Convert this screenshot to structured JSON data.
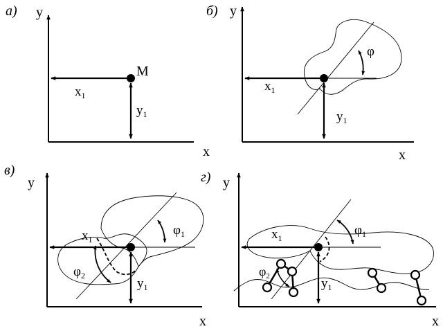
{
  "panels": {
    "a": {
      "label": "а)",
      "x_axis": "x",
      "y_axis": "y",
      "point": "M",
      "x_coord": "x",
      "x_coord_sub": "1",
      "y_coord": "y",
      "y_coord_sub": "1"
    },
    "b": {
      "label": "б)",
      "x_axis": "x",
      "y_axis": "y",
      "x_coord": "x",
      "x_coord_sub": "1",
      "y_coord": "y",
      "y_coord_sub": "1",
      "angle": "φ"
    },
    "c": {
      "label": "в)",
      "x_axis": "x",
      "y_axis": "y",
      "x_coord": "x",
      "x_coord_sub": "1",
      "y_coord": "y",
      "y_coord_sub": "1",
      "angle1": "φ",
      "angle1_sub": "1",
      "angle2": "φ",
      "angle2_sub": "2"
    },
    "d": {
      "label": "г)",
      "x_axis": "x",
      "y_axis": "y",
      "x_coord": "x",
      "x_coord_sub": "1",
      "y_coord": "y",
      "y_coord_sub": "1",
      "angle1": "φ",
      "angle1_sub": "1",
      "angle2": "φ",
      "angle2_sub": "2"
    }
  }
}
